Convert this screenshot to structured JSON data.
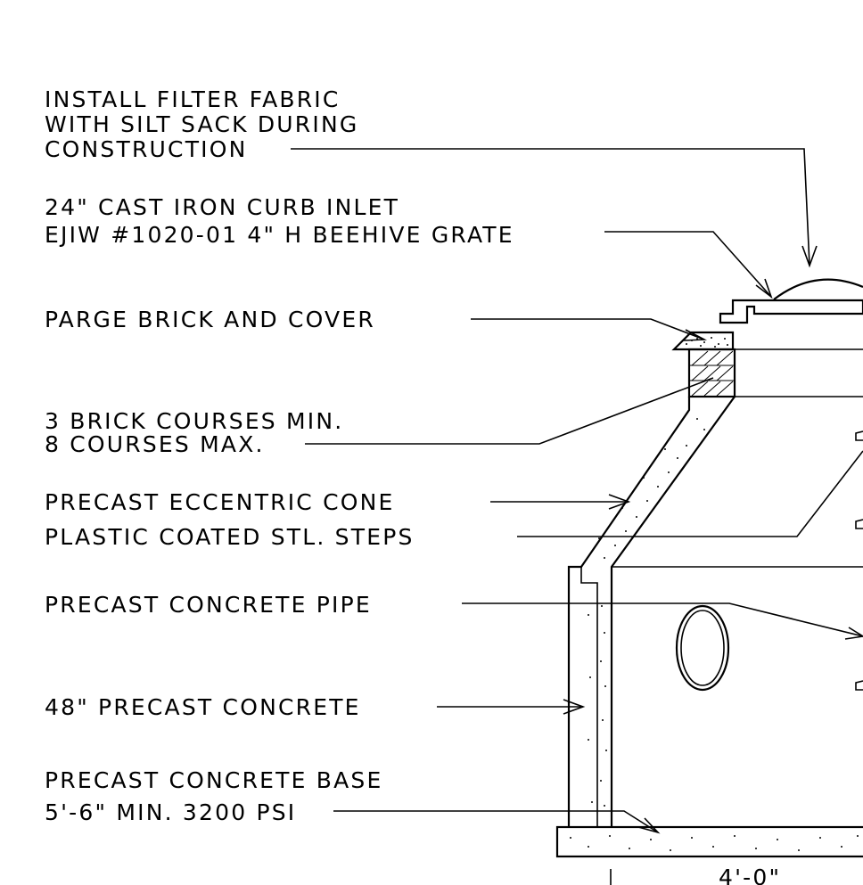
{
  "labels": {
    "filter_1": "INSTALL FILTER FABRIC",
    "filter_2": "WITH SILT SACK DURING",
    "filter_3": "CONSTRUCTION",
    "inlet_1": "24\" CAST IRON CURB INLET",
    "inlet_2": "EJIW #1020-01 4\" H BEEHIVE GRATE",
    "parge": "PARGE BRICK AND COVER",
    "brick_1": "3 BRICK COURSES MIN.",
    "brick_2": "8 COURSES MAX.",
    "cone": "PRECAST ECCENTRIC CONE",
    "steps": "PLASTIC COATED STL. STEPS",
    "pipe": "PRECAST CONCRETE PIPE",
    "manhole": "48\" PRECAST CONCRETE",
    "base_1": "PRECAST CONCRETE BASE",
    "base_2": "5'-6\" MIN. 3200 PSI",
    "dimension": "4'-0\""
  },
  "colors": {
    "line": "#000000",
    "background": "#ffffff"
  }
}
